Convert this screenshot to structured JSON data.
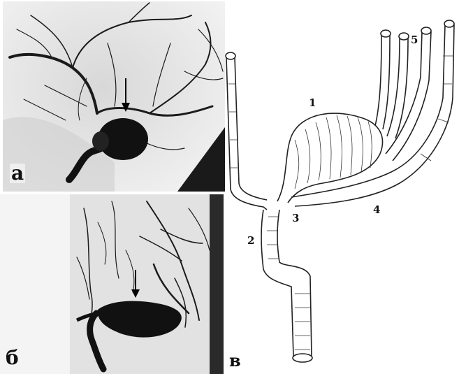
{
  "panels": {
    "a": {
      "letter": "а"
    },
    "b": {
      "letter": "б"
    },
    "c": {
      "letter": "в"
    }
  },
  "diagram_labels": {
    "aneurysm": "1",
    "left_vessel": "2",
    "junction": "3",
    "lower_branch": "4",
    "upper_branches": "5"
  },
  "colors": {
    "angio_background_a": "#e9e9e9",
    "angio_background_b": "#f1f1f1",
    "vessel_dark": "#111111",
    "sketch_line": "#222222"
  }
}
